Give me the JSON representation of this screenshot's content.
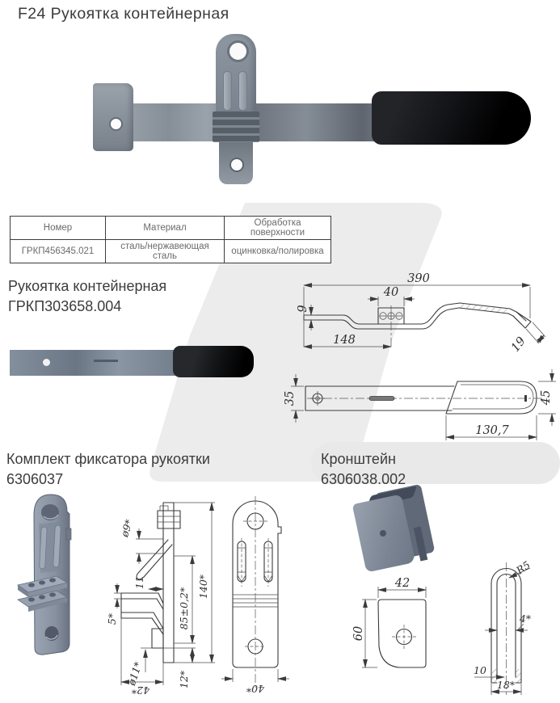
{
  "page": {
    "title": "F24 Рукоятка контейнерная"
  },
  "spec_table": {
    "headers": [
      "Номер",
      "Материал",
      "Обработка поверхности"
    ],
    "rows": [
      [
        "ГРКП456345.021",
        "сталь/нержавеющая сталь",
        "оцинковка/полировка"
      ]
    ]
  },
  "sections": {
    "handle": {
      "title": "Рукоятка контейнерная",
      "code": "ГРКП303658.004",
      "side_view": {
        "length_total": "390",
        "block_width": "40",
        "bar_thickness": "9",
        "bend_offset": "148",
        "tip_width": "19"
      },
      "top_view": {
        "bar_width": "35",
        "grip_width": "45",
        "grip_length": "130,7"
      }
    },
    "fixator": {
      "title": "Комплект фиксатора рукоятки",
      "code": "6306037",
      "section_view": {
        "hole_top": "ø9*",
        "shelf_offset": "11",
        "shelf_thickness": "5*",
        "hole_span": "85±0,2*",
        "height": "140*",
        "hole_bottom": "ø11*",
        "bottom_offset": "12*",
        "depth": "42*"
      },
      "front_view": {
        "width": "40*"
      }
    },
    "bracket": {
      "title": "Кронштейн",
      "code": "6306038.002",
      "front_view": {
        "width": "42",
        "height": "60"
      },
      "side_view": {
        "bend_radius": "R5",
        "leg_thickness": "4*",
        "inner_width": "10",
        "outer_width": "18*"
      }
    }
  }
}
